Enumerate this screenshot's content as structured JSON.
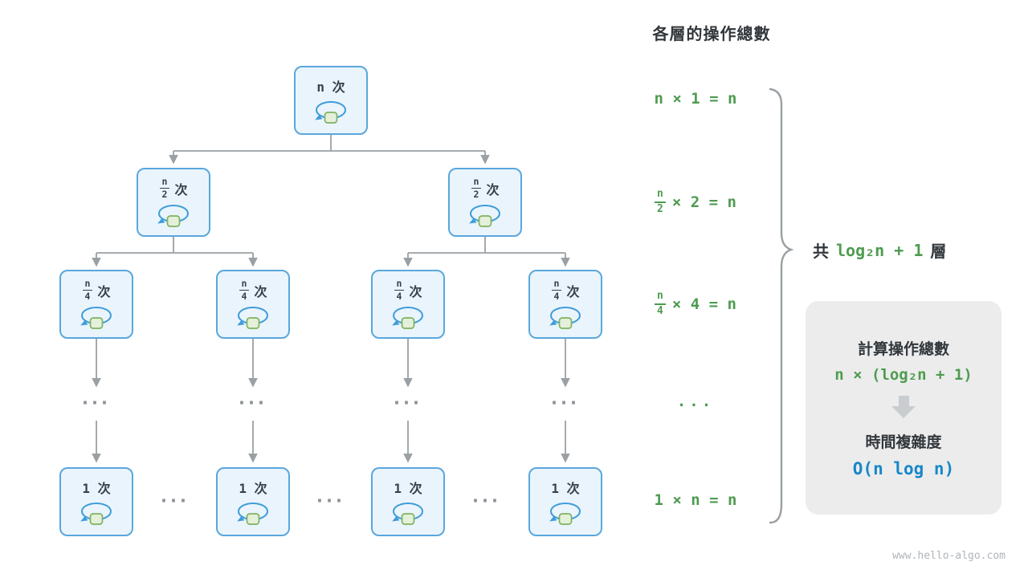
{
  "title": "各層的操作總數",
  "tree": {
    "root": {
      "label": "n 次"
    },
    "level2": [
      {
        "num": "n",
        "den": "2",
        "suffix": "次"
      },
      {
        "num": "n",
        "den": "2",
        "suffix": "次"
      }
    ],
    "level3": [
      {
        "num": "n",
        "den": "4",
        "suffix": "次"
      },
      {
        "num": "n",
        "den": "4",
        "suffix": "次"
      },
      {
        "num": "n",
        "den": "4",
        "suffix": "次"
      },
      {
        "num": "n",
        "den": "4",
        "suffix": "次"
      }
    ],
    "bottom": [
      {
        "label": "1 次"
      },
      {
        "label": "1 次"
      },
      {
        "label": "1 次"
      },
      {
        "label": "1 次"
      }
    ],
    "ellipsis": "···"
  },
  "formulas": {
    "row1": "n × 1 = n",
    "row2": {
      "num": "n",
      "den": "2",
      "rest": "× 2 = n"
    },
    "row3": {
      "num": "n",
      "den": "4",
      "rest": "× 4 = n"
    },
    "row4": "···",
    "row5": "1 × n = n"
  },
  "brace_label": {
    "prefix": "共",
    "formula": "log₂n + 1",
    "suffix": "層"
  },
  "summary_box": {
    "line1": "計算操作總數",
    "line2": "n × (log₂n + 1)",
    "line3": "時間複雜度",
    "line4": "O(n log n)"
  },
  "watermark": "www.hello-algo.com",
  "colors": {
    "node_border": "#5aa7dc",
    "node_fill": "#eaf4fc",
    "loop_arrow": "#3e9cd9",
    "square_fill": "#e4f0da",
    "square_border": "#7fb25f",
    "formula_green": "#4e9b50",
    "complexity_blue": "#1787c9",
    "connector_gray": "#9aa0a3",
    "summary_bg": "#ececec"
  }
}
